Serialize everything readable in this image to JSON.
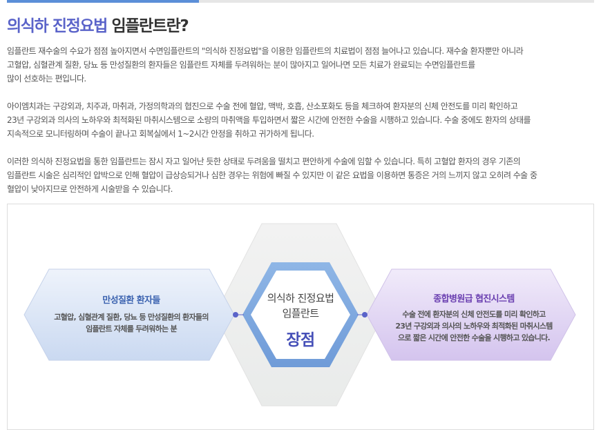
{
  "colors": {
    "accent_blue": "#5b8fd8",
    "title_purple": "#5a63c9",
    "hex_blue_title": "#3d64b0",
    "hex_purple_title": "#6a3fb0",
    "connector_dot": "#5a63c9"
  },
  "header": {
    "title_highlight": "의식하 진정요법",
    "title_rest": "임플란트란?"
  },
  "content": {
    "paragraphs": [
      [
        "임플란트 재수술의 수요가 점점 높아지면서 수면임플란트의 \"의식하 진정요법\"을 이용한 임플란트의 치료법이 점점 늘어나고 있습니다. 재수술 환자뿐만 아니라",
        "고혈압, 심혈관계 질환, 당뇨 등 만성질환의 환자들은 임플란트 자체를 두려워하는 분이 많아지고 일어나면 모든 치료가 완료되는 수면임플란트를",
        "많이 선호하는 편입니다."
      ],
      [
        "아이엠치과는 구강외과, 치주과, 마취과, 가정의학과의 협진으로 수술 전에 혈압, 맥박, 호흡, 산소포화도 등을 체크하여 환자분의 신체 안전도를 미리 확인하고",
        "23년 구강외과 의사의 노하우와 최적화된 마취시스템으로 소량의 마취액을 투입하면서 짧은 시간에 안전한 수술을 시행하고 있습니다. 수술 중에도 환자의 상태를",
        "지속적으로 모니터링하며 수술이 끝나고 회복실에서 1~2시간 안정을 취하고 귀가하게 됩니다."
      ],
      [
        "이러한 의식하 진정요법을 통한 임플란트는 잠시 자고 일어난 듯한 상태로 두려움을 떨치고 편안하게 수술에 임할 수 있습니다. 특히 고혈압 환자의 경우 기존의",
        "임플란트 시술은 심리적인 압박으로 인해 혈압이 급상승되거나 심한 경우는 위험에 빠질 수 있지만 이 같은 요법을 이용하면 통증은 거의 느끼지 않고 오히려 수술 중",
        "혈압이 낮아지므로 안전하게 시술받을 수 있습니다."
      ]
    ]
  },
  "diagram": {
    "left": {
      "title": "만성질환 환자들",
      "lines": [
        "고혈압, 심혈관계 질환, 당뇨 등 만성질환의 환자들의",
        "임플란트 자체를 두려워하는 분"
      ]
    },
    "center": {
      "line1": "의식하 진정요법",
      "line2": "임플란트",
      "emphasis": "장점"
    },
    "right": {
      "title": "종합병원급 협진시스템",
      "lines": [
        "수술 전에 환자분의 신체 안전도를 미리 확인하고",
        "23년 구강외과 의사의 노하우와 최적화된 마취시스템",
        "으로 짧은 시간에 안전한 수술을 시행하고 있습니다."
      ]
    }
  }
}
